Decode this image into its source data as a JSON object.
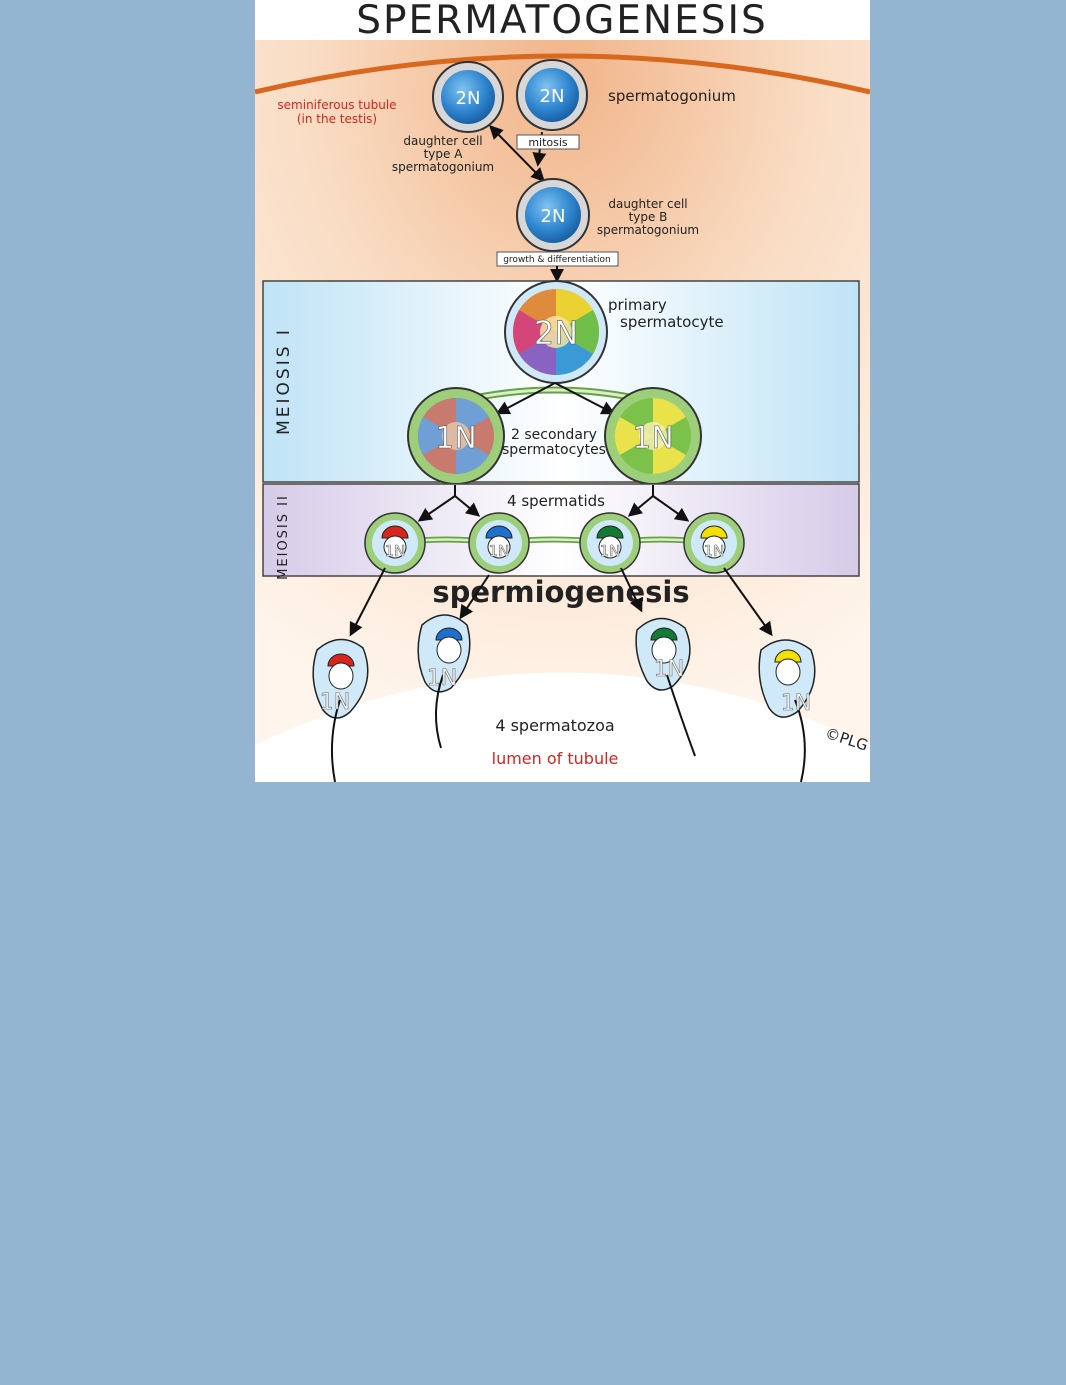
{
  "title": "SPERMATOGENESIS",
  "labels": {
    "tubule_line1": "seminiferous tubule",
    "tubule_line2": "(in the testis)",
    "spermatogonium": "spermatogonium",
    "mitosis": "mitosis",
    "type_a_line1": "daughter cell",
    "type_a_line2": "type A",
    "type_a_line3": "spermatogonium",
    "type_b_line1": "daughter cell",
    "type_b_line2": "type B",
    "type_b_line3": "spermatogonium",
    "growth": "growth & differentiation",
    "primary_line1": "primary",
    "primary_line2": "spermatocyte",
    "meiosis1": "MEIOSIS I",
    "secondary_line1": "2 secondary",
    "secondary_line2": "spermatocytes",
    "meiosis2": "MEIOSIS II",
    "spermatids": "4 spermatids",
    "spermiogenesis": "spermiogenesis",
    "spermatozoa": "4 spermatozoa",
    "lumen": "lumen of tubule",
    "copyright": "©PLG"
  },
  "ploidy": {
    "diploid": "2N",
    "haploid": "1N"
  },
  "colors": {
    "page_background": "#94b5d2",
    "tubule_wall": "#d9681f",
    "tubule_label": "#d2261f",
    "lumen_label": "#d2261f",
    "spermatogonium_blue": "#2f86cf",
    "meiosis1_frame": "#c7e6f7",
    "meiosis2_frame": "#dcd2ea",
    "cell_green": "#9dcf7a",
    "acrosome_red": "#d8261c",
    "acrosome_blue": "#1f6fcf",
    "acrosome_green": "#137a36",
    "acrosome_yellow": "#f2e100"
  }
}
